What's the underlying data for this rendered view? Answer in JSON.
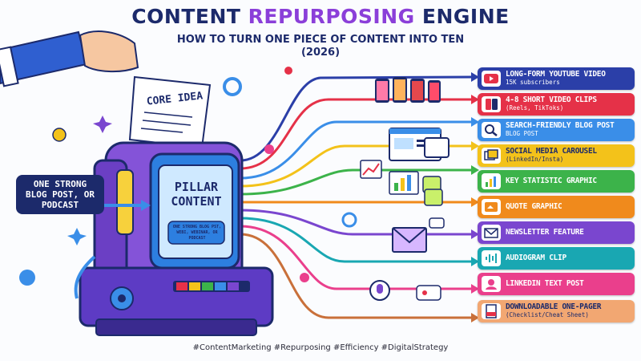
{
  "header": {
    "title_part1": "CONTENT ",
    "title_part2": "REPURPOSING",
    "title_part3": " ENGINE",
    "subtitle_line1": "HOW TO TURN ONE PIECE OF CONTENT INTO TEN",
    "subtitle_line2": "(2026)"
  },
  "input": {
    "note": "ONE STRONG BLOG POST, OR PODCAST",
    "paper_label": "CORE IDEA"
  },
  "machine": {
    "screen_title": "PILLAR CONTENT",
    "screen_sub": "ONE STRONG BLOG PST, WEBI, WEBINAR, OR PODCAST"
  },
  "outputs": [
    {
      "label": "LONG-FORM YOUTUBE VIDEO",
      "sub": "15K subscribers",
      "color": "#2b3fa8",
      "icon": "youtube-icon"
    },
    {
      "label": "4-8 SHORT VIDEO CLIPS",
      "sub": "(Reels, TikToks)",
      "color": "#e53148",
      "icon": "phone-clips-icon"
    },
    {
      "label": "SEARCH-FRIENDLY BLOG POST",
      "sub": "BLOG POST",
      "color": "#3a8ee8",
      "icon": "magnifier-icon"
    },
    {
      "label": "SOCIAL MEDIA CAROUSEL",
      "sub": "(LinkedIn/Insta)",
      "color": "#f3c21a",
      "icon": "carousel-icon"
    },
    {
      "label": "KEY STATISTIC GRAPHIC",
      "sub": "",
      "color": "#3cb34a",
      "icon": "chart-icon"
    },
    {
      "label": "QUOTE GRAPHIC",
      "sub": "",
      "color": "#f08a1c",
      "icon": "quote-icon"
    },
    {
      "label": "NEWSLETTER FEATURE",
      "sub": "",
      "color": "#7a46cf",
      "icon": "envelope-icon"
    },
    {
      "label": "AUDIOGRAM CLIP",
      "sub": "",
      "color": "#19a7b2",
      "icon": "waveform-icon"
    },
    {
      "label": "LINKEDIN TEXT POST",
      "sub": "",
      "color": "#ea3f8c",
      "icon": "profile-icon"
    },
    {
      "label": "DOWNLOADABLE ONE-PAGER",
      "sub": "(Checklist/Cheat Sheet)",
      "color": "#f2a772",
      "icon": "pdf-icon"
    }
  ],
  "footer": {
    "hashtags": "#ContentMarketing #Repurposing #Efficiency #DigitalStrategy"
  }
}
